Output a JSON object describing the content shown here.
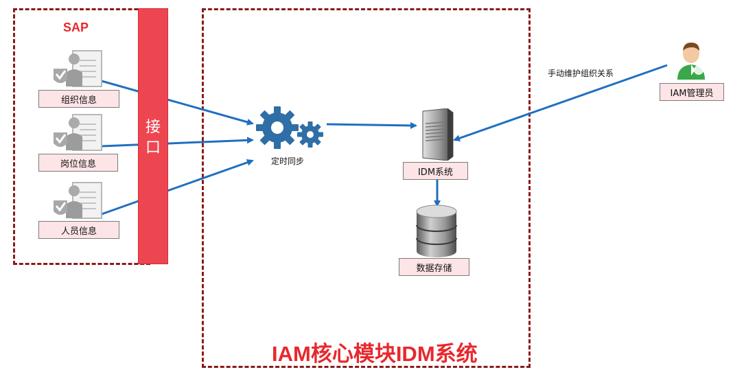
{
  "sap": {
    "title": "SAP",
    "docs": [
      "组织信息",
      "岗位信息",
      "人员信息"
    ]
  },
  "interface": {
    "label": "接口"
  },
  "core": {
    "title": "IAM核心模块IDM系统",
    "sync_label": "定时同步",
    "idm_label": "IDM系统",
    "storage_label": "数据存储"
  },
  "admin": {
    "label": "IAM管理员",
    "action_label": "手动维护组织关系"
  },
  "colors": {
    "border": "#8b1a1a",
    "accent_red": "#e8282e",
    "interface_bar": "#ee4651",
    "label_fill": "#fde4e6",
    "arrow": "#1f6fc0",
    "gear": "#2f6ea6"
  }
}
